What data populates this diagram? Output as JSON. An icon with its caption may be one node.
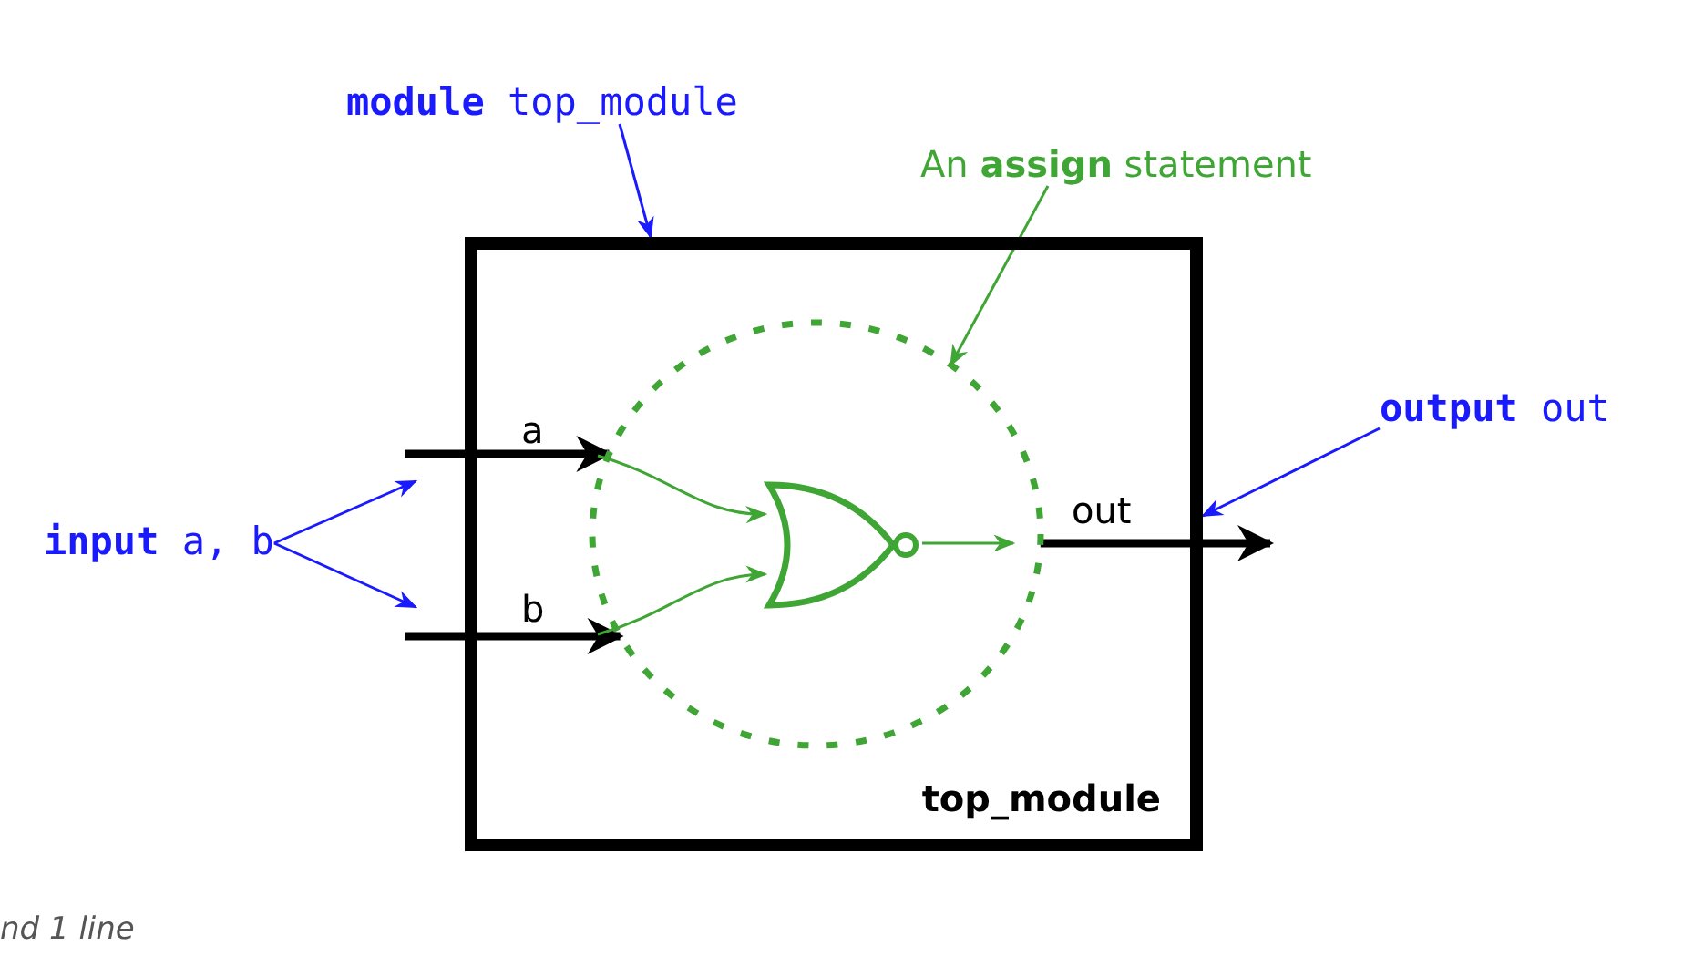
{
  "diagram": {
    "nodes": [
      {
        "text": [
          "top_module"
        ]
      },
      {
        "text": [],
        "shape": "circle",
        "in": 0
      },
      {
        "text": [],
        "shape": "gate",
        "in": 1
      },
      {
        "text": [
          "**module** top_module"
        ]
      },
      {
        "text": [
          "An **assign** statement"
        ]
      },
      {
        "text": [
          "**input** a, b"
        ]
      },
      {
        "text": [
          "**output** out"
        ]
      }
    ],
    "edges": [
      {
        "from": 3,
        "to": 0,
        "arrow": "to"
      },
      {
        "from": 4,
        "to": 1,
        "arrow": "to",
        "color": "#3fa535"
      },
      {
        "from": 5,
        "to": null,
        "arrow": "to"
      },
      {
        "from": 5,
        "to": null,
        "arrow": "to"
      },
      {
        "from": 6,
        "to": 0,
        "arrow": "to"
      },
      {
        "from": null,
        "to": 1,
        "arrow": "to",
        "label": "a",
        "style": "thick",
        "color": "#000000"
      },
      {
        "from": null,
        "to": 1,
        "arrow": "to",
        "label": "b",
        "style": "thick",
        "color": "#000000"
      },
      {
        "from": null,
        "to": 2,
        "arrow": "to",
        "color": "#3fa535"
      },
      {
        "from": null,
        "to": 2,
        "arrow": "to",
        "color": "#3fa535"
      },
      {
        "from": 2,
        "to": null,
        "arrow": "to",
        "color": "#3fa535"
      },
      {
        "from": 1,
        "to": null,
        "arrow": "to",
        "label": "out",
        "style": "thick",
        "color": "#000000"
      }
    ],
    "labels": [
      "nd 1 line"
    ]
  }
}
